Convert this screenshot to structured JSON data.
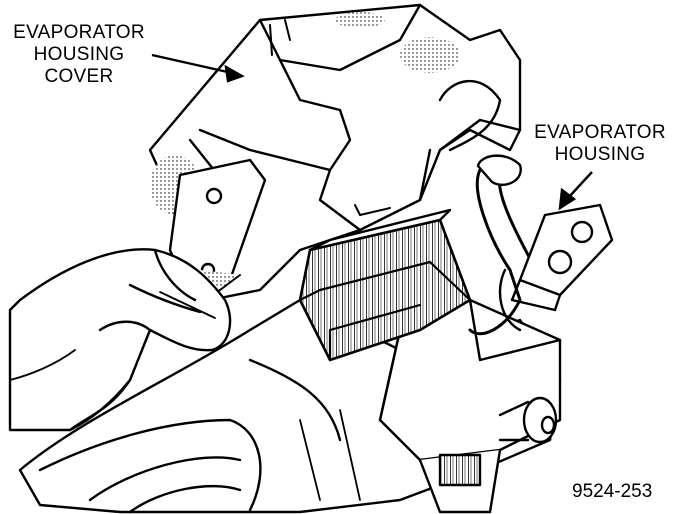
{
  "callouts": {
    "cover": [
      "EVAPORATOR",
      "HOUSING",
      "COVER"
    ],
    "housing": [
      "EVAPORATOR",
      "HOUSING"
    ]
  },
  "figure_number": "9524-253",
  "colors": {
    "ink": "#000000",
    "paper": "#ffffff",
    "shade": "#c8c8c8"
  },
  "icons": [
    "arrow-icon"
  ]
}
